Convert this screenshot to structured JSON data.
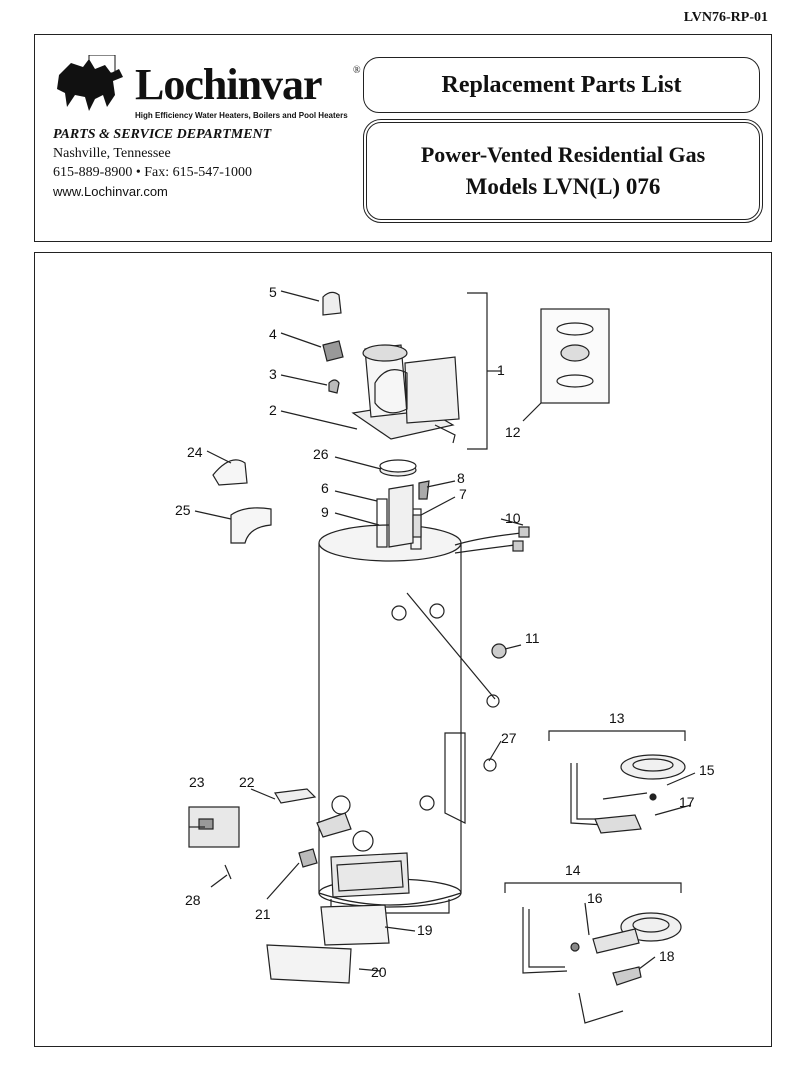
{
  "doc_code": "LVN76-RP-01",
  "logo": {
    "brand": "Lochinvar",
    "registered": "®",
    "tagline": "High Efficiency Water Heaters, Boilers and Pool Heaters"
  },
  "department": {
    "title": "PARTS & SERVICE DEPARTMENT",
    "city": "Nashville, Tennessee",
    "phone_fax": "615-889-8900 • Fax: 615-547-1000",
    "web": "www.Lochinvar.com"
  },
  "header_title": "Replacement Parts List",
  "model": {
    "line1": "Power-Vented Residential Gas",
    "line2": "Models LVN(L) 076"
  },
  "callouts": [
    "1",
    "2",
    "3",
    "4",
    "5",
    "6",
    "7",
    "8",
    "9",
    "10",
    "11",
    "12",
    "13",
    "14",
    "15",
    "16",
    "17",
    "18",
    "19",
    "20",
    "21",
    "22",
    "23",
    "24",
    "25",
    "26",
    "27",
    "28"
  ],
  "colors": {
    "line": "#222222",
    "background": "#ffffff"
  }
}
